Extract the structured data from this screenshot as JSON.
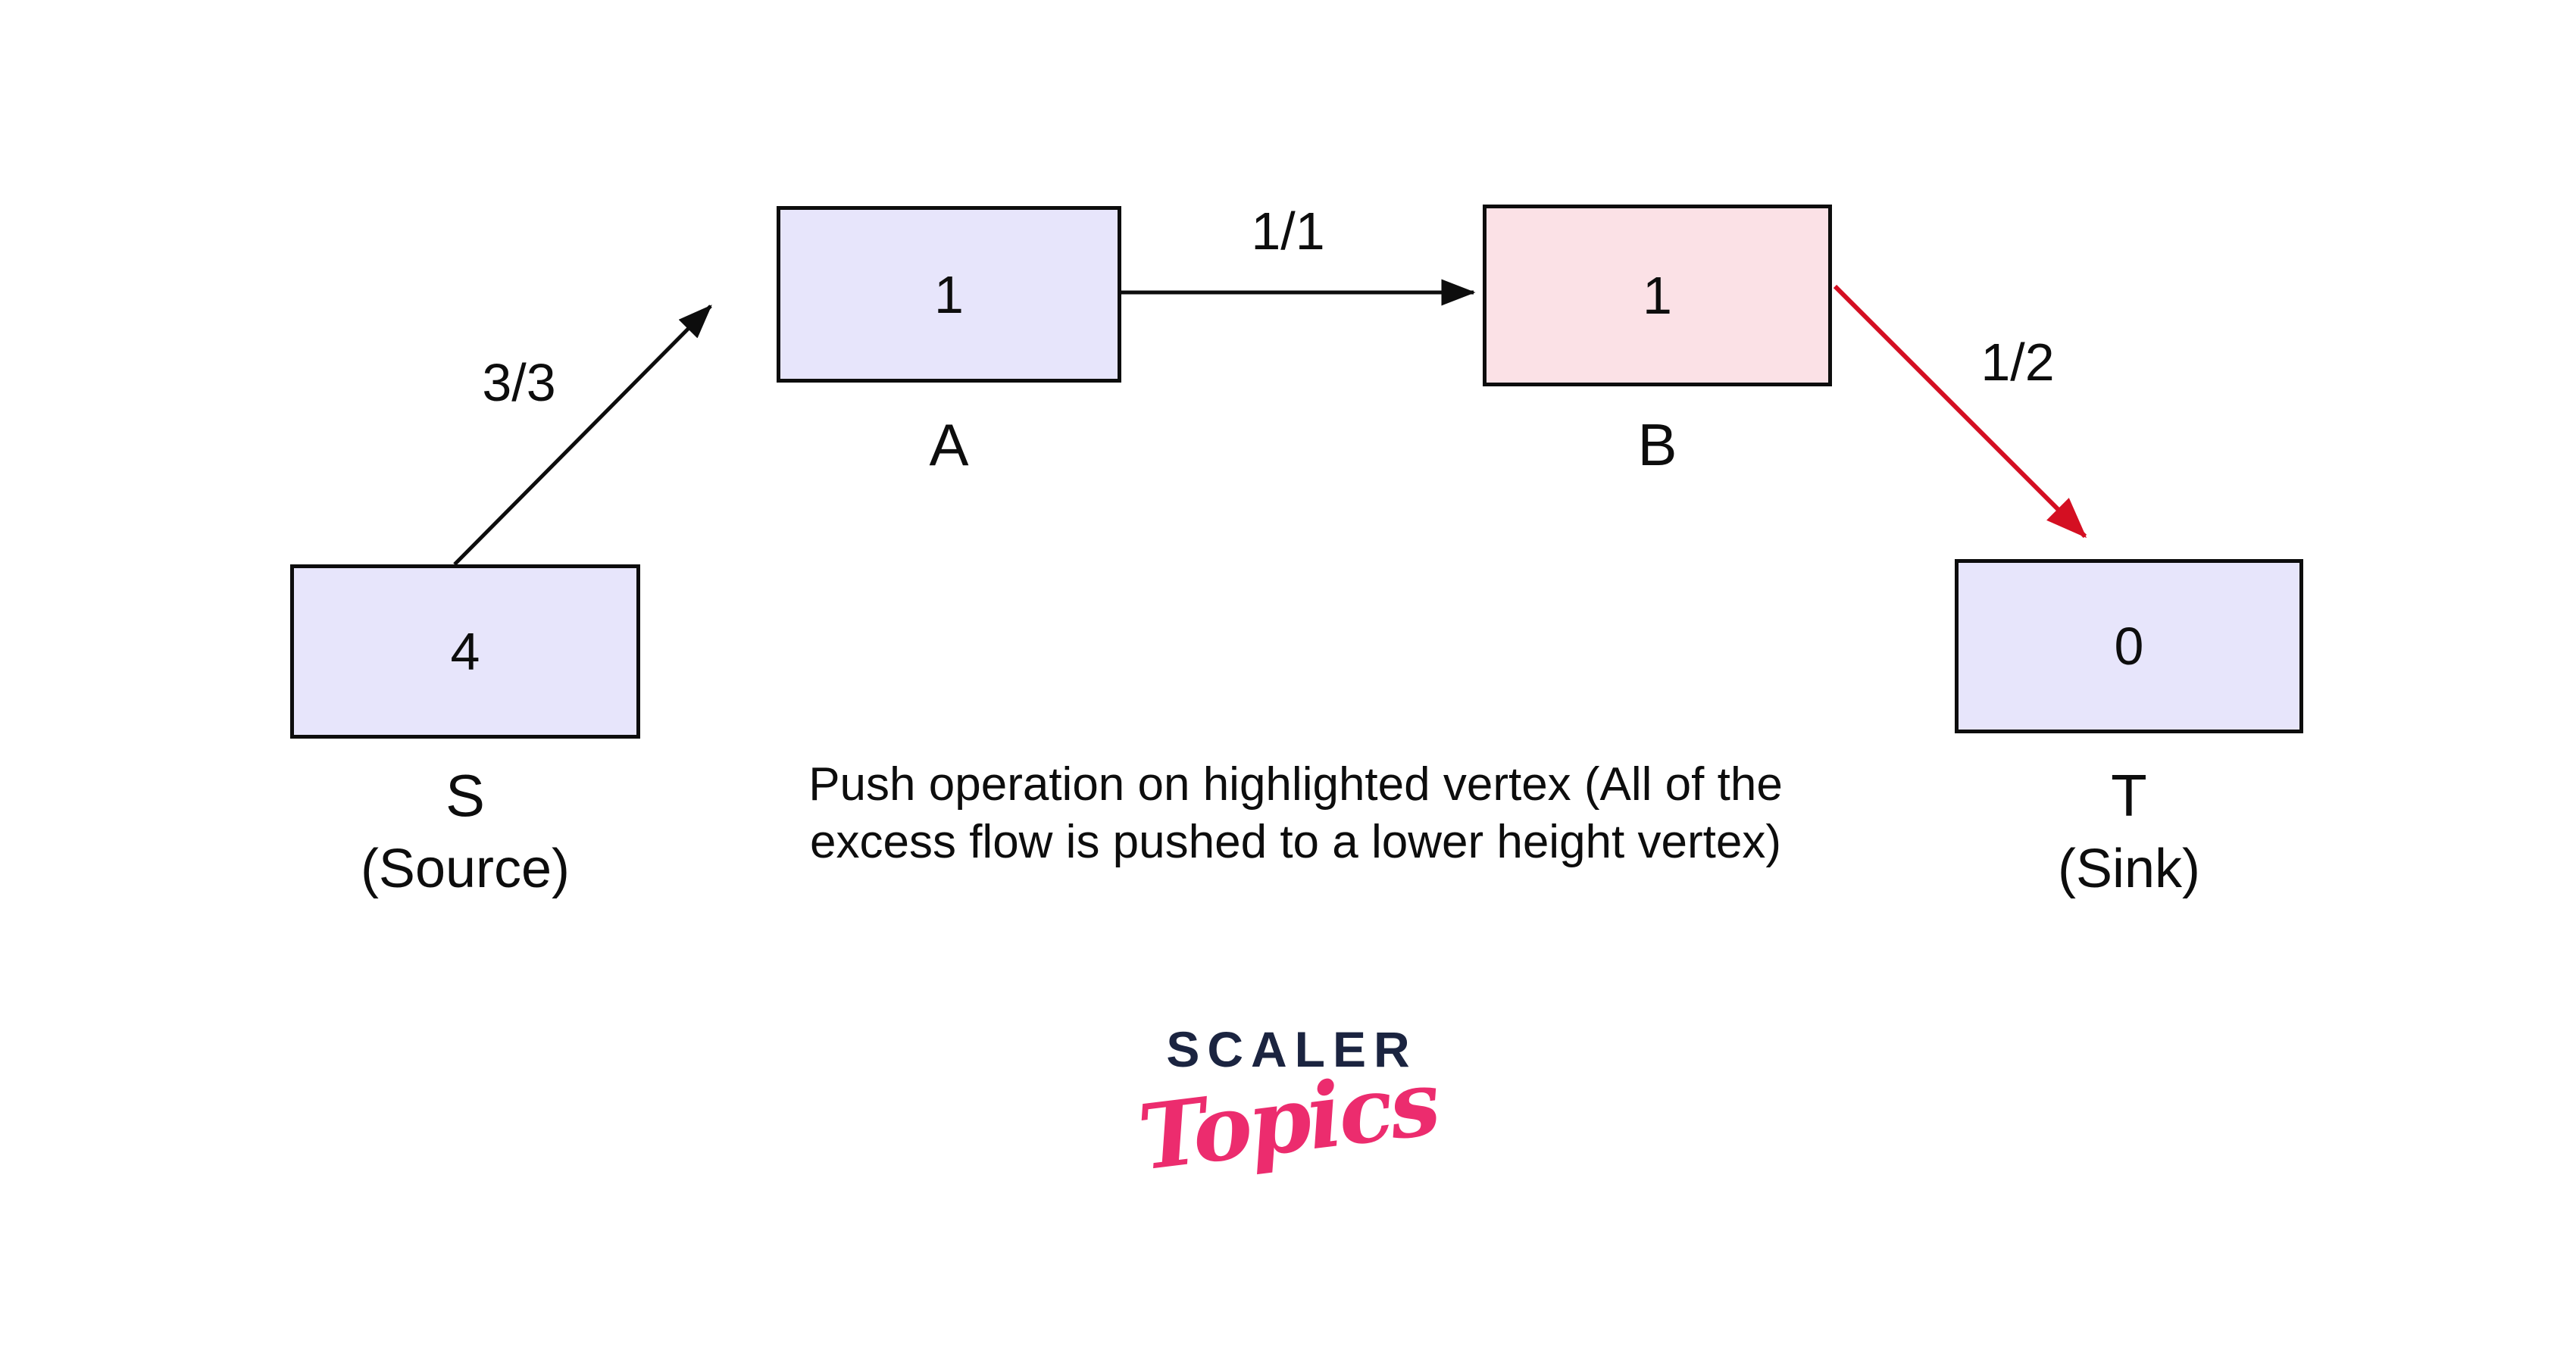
{
  "diagram": {
    "caption": {
      "line1": "Push operation on highlighted vertex (All of the",
      "line2": "excess flow is pushed to a lower height vertex)"
    },
    "nodes": [
      {
        "id": "S",
        "value": "4",
        "label": "S",
        "sublabel": "(Source)",
        "highlighted": false
      },
      {
        "id": "A",
        "value": "1",
        "label": "A",
        "sublabel": "",
        "highlighted": false
      },
      {
        "id": "B",
        "value": "1",
        "label": "B",
        "sublabel": "",
        "highlighted": true
      },
      {
        "id": "T",
        "value": "0",
        "label": "T",
        "sublabel": "(Sink)",
        "highlighted": false
      }
    ],
    "edges": [
      {
        "from": "S",
        "to": "A",
        "label": "3/3",
        "color": "#0d0d0d"
      },
      {
        "from": "A",
        "to": "B",
        "label": "1/1",
        "color": "#0d0d0d"
      },
      {
        "from": "B",
        "to": "T",
        "label": "1/2",
        "color": "#D40F22"
      }
    ]
  },
  "logo": {
    "brand": "SCALER",
    "sub": "Topics"
  },
  "colors": {
    "background": "#ffffff",
    "node-fill": "#E7E5FB",
    "node-highlight-fill": "#FBE1E6",
    "node-border": "#0d0d0d",
    "edge-black": "#0d0d0d",
    "edge-red": "#D40F22",
    "text": "#0d0d0d",
    "logo-navy": "#1B2440",
    "logo-pink": "#EC2C6E"
  }
}
